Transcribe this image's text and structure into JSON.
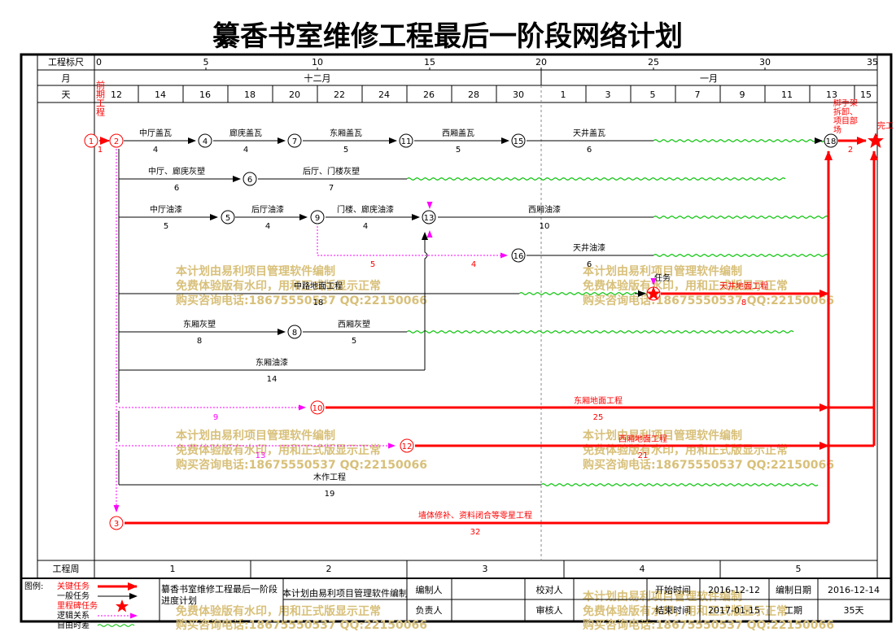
{
  "title": "纂香书室维修工程最后一阶段网络计划",
  "scale": {
    "header_label": "工程标尺",
    "month_label": "月",
    "day_label": "天",
    "week_label": "工程周",
    "ruler_ticks": [
      "0",
      "5",
      "10",
      "15",
      "20",
      "25",
      "30",
      "35"
    ],
    "months": [
      "十二月",
      "一月"
    ],
    "days": [
      "12",
      "14",
      "16",
      "18",
      "20",
      "22",
      "24",
      "26",
      "28",
      "30",
      "1",
      "3",
      "5",
      "7",
      "9",
      "11",
      "13",
      "15"
    ],
    "weeks": [
      "1",
      "2",
      "3",
      "4",
      "5"
    ]
  },
  "nodes": [
    "1",
    "2",
    "3",
    "4",
    "5",
    "6",
    "7",
    "8",
    "9",
    "10",
    "11",
    "12",
    "13",
    "15",
    "16",
    "18"
  ],
  "tasks": [
    {
      "name": "前期工程",
      "duration": "1",
      "critical": true
    },
    {
      "name": "中厅盖瓦",
      "duration": "4"
    },
    {
      "name": "廊庑盖瓦",
      "duration": "4"
    },
    {
      "name": "东厢盖瓦",
      "duration": "5"
    },
    {
      "name": "西厢盖瓦",
      "duration": "5"
    },
    {
      "name": "天井盖瓦",
      "duration": "6"
    },
    {
      "name": "中厅、廊庑灰塑",
      "duration": "6"
    },
    {
      "name": "后厅、门楼灰塑",
      "duration": "7"
    },
    {
      "name": "中厅油漆",
      "duration": "5"
    },
    {
      "name": "后厅油漆",
      "duration": "4"
    },
    {
      "name": "门楼、廊庑油漆",
      "duration": "4"
    },
    {
      "name": "西厢油漆",
      "duration": "10"
    },
    {
      "name": "天井油漆",
      "duration": "6"
    },
    {
      "name": "中路地面工程",
      "duration": "18"
    },
    {
      "name": "任务",
      "duration": ""
    },
    {
      "name": "天井地面工程",
      "duration": "8",
      "critical": true
    },
    {
      "name": "东厢灰塑",
      "duration": "8"
    },
    {
      "name": "西厢灰塑",
      "duration": "5"
    },
    {
      "name": "东厢油漆",
      "duration": "14"
    },
    {
      "name": "东厢地面工程",
      "duration": "25",
      "critical": true
    },
    {
      "name": "西厢地面工程",
      "duration": "21",
      "critical": true
    },
    {
      "name": "木作工程",
      "duration": "19"
    },
    {
      "name": "墙体修补、资料闭合等零星工程",
      "duration": "32",
      "critical": true
    },
    {
      "name": "脚手架拆卸、项目部场",
      "duration": "2",
      "critical": true
    },
    {
      "name": "完工",
      "duration": "",
      "critical": true
    }
  ],
  "dummy_labels": [
    "9",
    "13",
    "5",
    "4"
  ],
  "watermark": {
    "lines": [
      "本计划由易利项目管理软件编制",
      "免费体验版有水印，用和正式版显示正常",
      "购买咨询电话:18675550537 QQ:22150066"
    ],
    "color": "#d8c07a"
  },
  "legend": {
    "label": "图例:",
    "items": [
      "关键任务",
      "一般任务",
      "里程碑任务",
      "逻辑关系",
      "自由时差"
    ]
  },
  "footer": {
    "name_cell": "纂香书室维修工程最后一阶段进度计划",
    "note_cell": "本计划由易利项目管理软件编制",
    "author_label": "编制人",
    "owner_label": "负责人",
    "checker_label": "校对人",
    "reviewer_label": "审核人",
    "start_label": "开始时间",
    "start_value": "2016-12-12",
    "finish_label": "结束时间",
    "finish_value": "2017-01-15",
    "date_label": "编制日期",
    "date_value": "2016-12-14",
    "duration_label": "工期",
    "duration_value": "35天"
  },
  "colors": {
    "critical": "#ff0000",
    "normal": "#000000",
    "logic": "#ff00ff",
    "float": "#00c000"
  }
}
